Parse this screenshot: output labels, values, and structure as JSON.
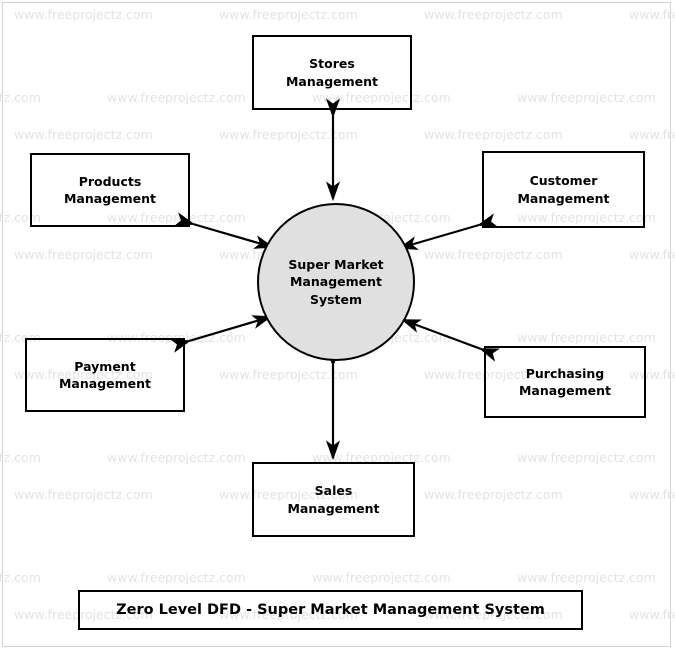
{
  "diagram": {
    "title": "Zero Level DFD - Super Market Management System",
    "process": {
      "name": "Super Market Management System",
      "line1": "Super Market",
      "line2": "Management",
      "line3": "System",
      "fill_color": "#e0e0e0",
      "stroke_color": "#000000"
    },
    "entities": [
      {
        "id": "stores",
        "line1": "Stores",
        "line2": "Management"
      },
      {
        "id": "products",
        "line1": "Products",
        "line2": "Management"
      },
      {
        "id": "customer",
        "line1": "Customer",
        "line2": "Management"
      },
      {
        "id": "payment",
        "line1": "Payment",
        "line2": "Management"
      },
      {
        "id": "purchasing",
        "line1": "Purchasing",
        "line2": "Management"
      },
      {
        "id": "sales",
        "line1": "Sales",
        "line2": "Management"
      }
    ],
    "flows": [
      {
        "from": "stores",
        "to": "process",
        "bidirectional": true
      },
      {
        "from": "products",
        "to": "process",
        "bidirectional": true
      },
      {
        "from": "customer",
        "to": "process",
        "bidirectional": true
      },
      {
        "from": "payment",
        "to": "process",
        "bidirectional": true
      },
      {
        "from": "purchasing",
        "to": "process",
        "bidirectional": true
      },
      {
        "from": "sales",
        "to": "process",
        "bidirectional": true
      }
    ]
  },
  "watermark": {
    "text": "www.freeprojectz.com",
    "color": "#e3e3e3"
  }
}
